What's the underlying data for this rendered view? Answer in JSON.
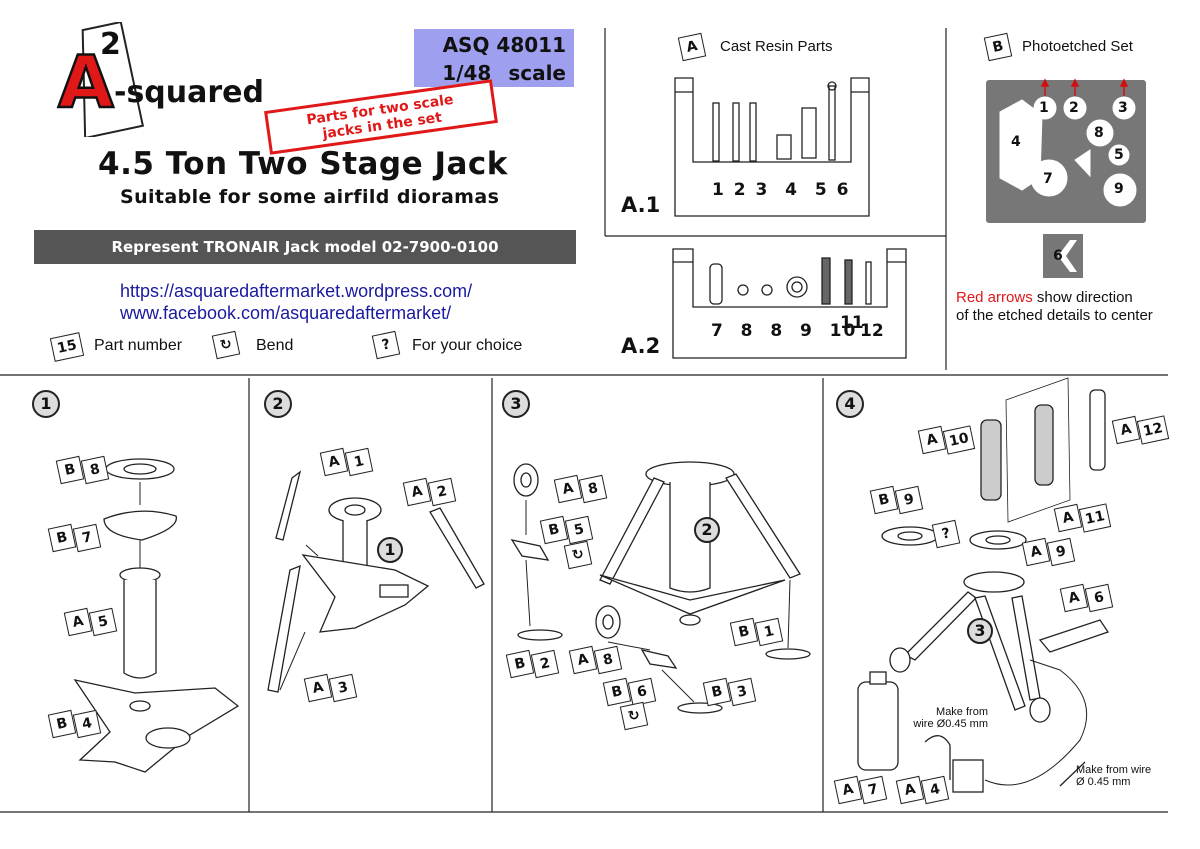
{
  "header": {
    "brand_sup": "2",
    "brand_letter": "A",
    "brand_name": "-squared",
    "product_code": "ASQ 48011",
    "scale": "1/48 scale",
    "stamp_line1": "Parts for two scale",
    "stamp_line2": "jacks in the set",
    "title": "4.5 Ton Two Stage Jack",
    "subtitle": "Suitable for some airfild dioramas",
    "banner": "Represent TRONAIR Jack model 02-7900-0100",
    "link_wordpress": "https://asquaredaftermarket.wordpress.com/",
    "link_facebook": "www.facebook.com/asquaredaftermarket/"
  },
  "legend": {
    "part_number_example": "15",
    "part_number_label": "Part number",
    "bend_label": "Bend",
    "choice_symbol": "?",
    "choice_label": "For your choice"
  },
  "sections": {
    "a_letter": "A",
    "a_title": "Cast Resin Parts",
    "a1_label": "A.1",
    "a1_numbers": "1 2 3  4  5 6",
    "a2_label": "A.2",
    "a2_numbers": "7  8  8  9  10",
    "a2_num11": "11",
    "a2_num12": "12",
    "b_letter": "B",
    "b_title": "Photoetched Set",
    "fret_numbers": [
      "1",
      "2",
      "3",
      "4",
      "8",
      "5",
      "7",
      "9"
    ],
    "loose_part": "6",
    "note_red": "Red arrows",
    "note_rest": " show direction",
    "note_line2": "of the etched details to center"
  },
  "steps": {
    "s1": "1",
    "s2": "2",
    "s3": "3",
    "s4": "4",
    "callouts": {
      "s1_b8": [
        "B",
        "8"
      ],
      "s1_b7": [
        "B",
        "7"
      ],
      "s1_a5": [
        "A",
        "5"
      ],
      "s1_b4": [
        "B",
        "4"
      ],
      "s2_a1": [
        "A",
        "1"
      ],
      "s2_a2": [
        "A",
        "2"
      ],
      "s2_a3": [
        "A",
        "3"
      ],
      "s3_a8a": [
        "A",
        "8"
      ],
      "s3_b5": [
        "B",
        "5"
      ],
      "s3_b2": [
        "B",
        "2"
      ],
      "s3_a8b": [
        "A",
        "8"
      ],
      "s3_b1": [
        "B",
        "1"
      ],
      "s3_b6": [
        "B",
        "6"
      ],
      "s3_b3": [
        "B",
        "3"
      ],
      "s4_a10": [
        "A",
        "10"
      ],
      "s4_a12": [
        "A",
        "12"
      ],
      "s4_b9": [
        "B",
        "9"
      ],
      "s4_a11": [
        "A",
        "11"
      ],
      "s4_a9": [
        "A",
        "9"
      ],
      "s4_a6": [
        "A",
        "6"
      ],
      "s4_a7": [
        "A",
        "7"
      ],
      "s4_a4": [
        "A",
        "4"
      ]
    },
    "sub_s2": "1",
    "sub_s3": "2",
    "sub_s4": "3",
    "wire_note1_l1": "Make from",
    "wire_note1_l2": "wire  Ø0.45 mm",
    "wire_note2_l1": "Make from wire",
    "wire_note2_l2": "Ø 0.45 mm"
  }
}
